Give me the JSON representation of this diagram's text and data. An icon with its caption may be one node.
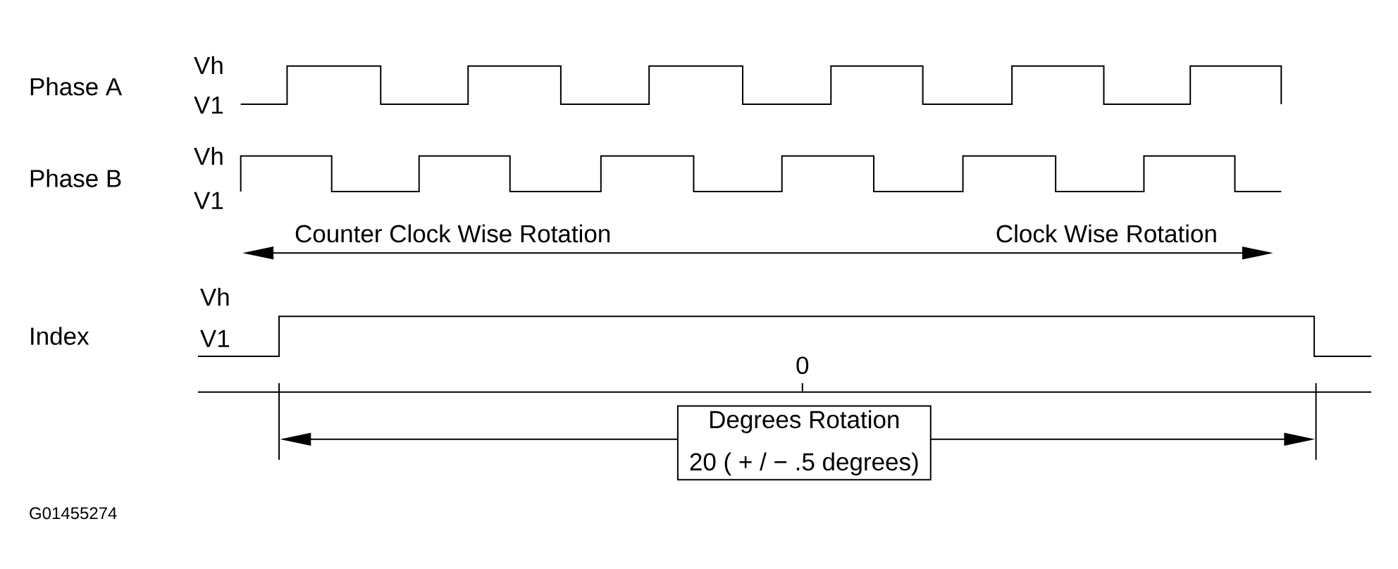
{
  "diagram": {
    "nodes": [
      {
        "text": [
          "Degrees Rotation",
          "20 ( + / − .5 degrees)"
        ]
      }
    ],
    "labels": [
      "Phase A",
      "Vh",
      "V1",
      "Phase B",
      "Vh",
      "V1",
      "Counter Clock Wise Rotation",
      "Clock Wise Rotation",
      "Index",
      "Vh",
      "V1",
      "0",
      "G01455274"
    ]
  }
}
